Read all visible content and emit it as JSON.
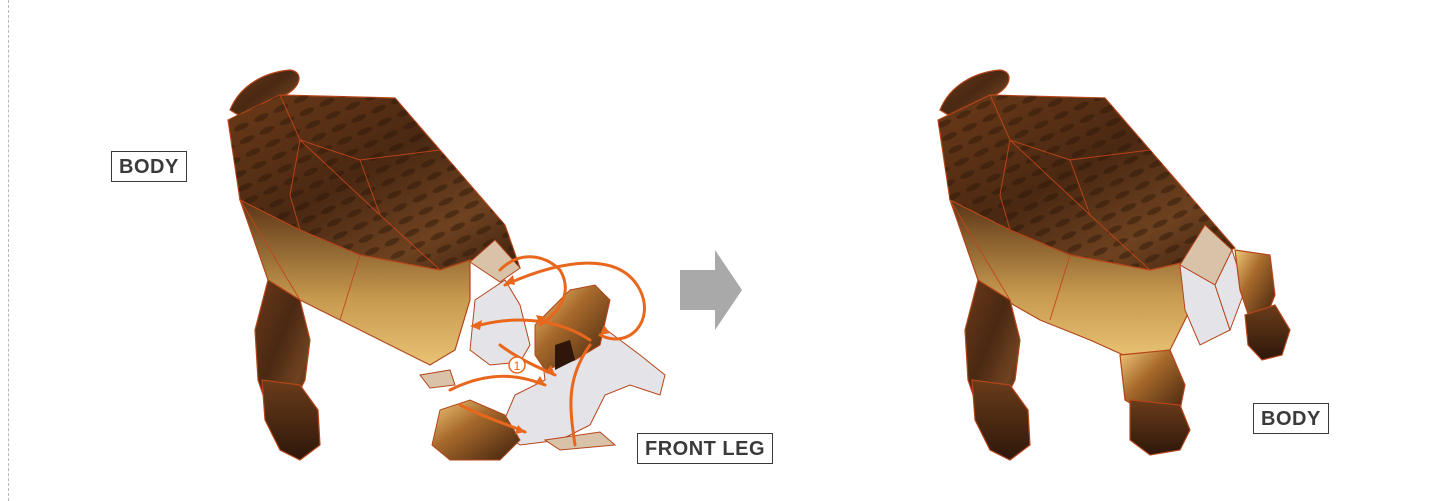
{
  "labels": {
    "body_left": "BODY",
    "front_leg": "FRONT LEG",
    "body_right": "BODY"
  },
  "step_marker": "①",
  "colors": {
    "arrow_orange": "#e8671d",
    "transition_arrow_gray": "#a9a9a9",
    "fur_dark": "#4a2812",
    "fur_mid": "#8a5526",
    "fur_light": "#e2b564",
    "tab_beige": "#d9c3a8",
    "panel_white": "#e4e4e8",
    "outline": "#b5451a"
  },
  "icons": {
    "transition": "right-arrow-icon",
    "step": "circled-one-icon"
  }
}
